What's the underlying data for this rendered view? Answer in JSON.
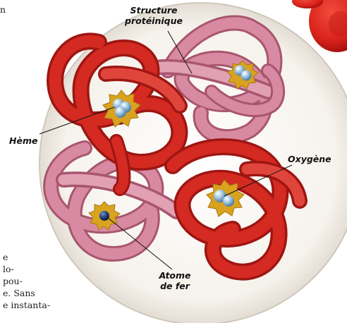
{
  "labels": {
    "structure_line1": "Structure",
    "structure_line2": "protéinique",
    "heme": "Hème",
    "oxygen": "Oxygène",
    "iron_line1": "Atome",
    "iron_line2": "de fer"
  },
  "margin_text": {
    "top_fragment": "n",
    "line1": "e",
    "line2": "lo-",
    "line3": "pou-",
    "line4": "e.  Sans",
    "line5": "e instanta-"
  },
  "colors": {
    "red_chain": "#d42a22",
    "red_chain_dark": "#9e1612",
    "pink_chain": "#d88aa2",
    "pink_chain_dark": "#a8566e",
    "heme_gold": "#d9a21f",
    "oxygen_blue": "#8fb9d8",
    "iron_dark": "#1f3f78",
    "blood_cell": "#e0281e"
  },
  "icons": [
    "red-blood-cell-icon"
  ]
}
